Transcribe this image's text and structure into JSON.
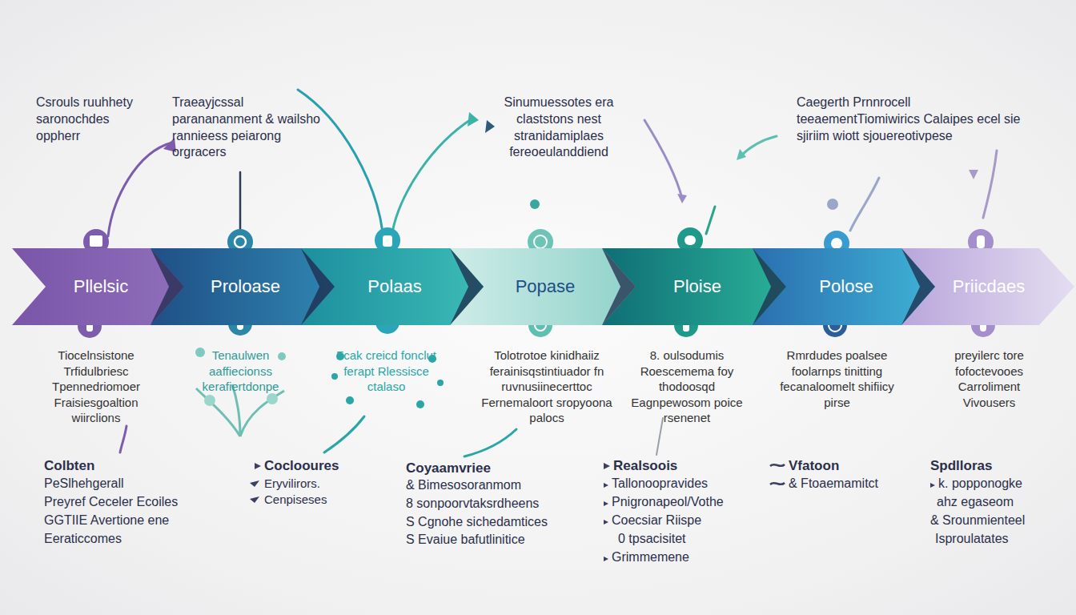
{
  "diagram": {
    "nodes": [
      {
        "text": [
          "Pllelsic"
        ]
      },
      {
        "text": [
          "Proloase"
        ]
      },
      {
        "text": [
          "Polaas"
        ]
      },
      {
        "text": [
          "Popase"
        ]
      },
      {
        "text": [
          "Ploise"
        ]
      },
      {
        "text": [
          "Polose"
        ]
      },
      {
        "text": [
          "Priicdaes"
        ]
      }
    ],
    "labels": [
      "Csrouls ruuhhety saronochdes oppherr",
      "Traeayjcssal paranananment & wailsho rannieess peiarong orgracers",
      "Sinumuessotes era claststons nest stranidamiplaes fereoeulanddiend",
      "Caegerth Prnnrocell teeaementTiomiwirics Calaipes ecel sie sjiriim wiott sjouereotivpese",
      "Tiocelnsistone Trfidulbriesc Tpennedriomoer Fraisiesgoaltion wiirclions",
      "Tenaulwen aaffiecionss kerafiertdonpe",
      "Fcak creicd fonclut ferapt Rlessisce ctalaso",
      "Tolotrotoe kinidhaiiz ferainisqstintiuador fn ruvnusiinecerttoc Fernemaloort sropyoona palocs",
      "8. oulsodumis Roescemema foy thodoosqd Eagnpewosom poice rsenenet",
      "Rmrdudes poalsee foolarnps tinitting fecanaloomelt shifiicy pirse",
      "preyilerc tore fofoctevooes Carroliment Vivousers",
      "Colbten",
      "PeSlhehgerall",
      "Preyref Ceceler Ecoiles",
      "GGTIIE Avertione ene",
      "Eeraticcomes",
      "Coclooures",
      "Eryvilirors.",
      "Cenpiseses",
      "Coyaamvriee",
      "& Bimesosoranmom",
      "8 sonpoorvtaksrdheens",
      "S Cgnohe sichedamtices",
      "S Evaiue bafutlinitice",
      "Realsoois",
      "Tallonoopravides",
      "Pnigronapeol/Vothe",
      "Coecsiar Riispe",
      "0 tpsacisitet",
      "Grimmemene",
      "Vfatoon",
      "& Ftoaemamitct",
      "Spdlloras",
      "k. popponogke",
      "ahz egaseom",
      "& Srounmienteel",
      "Isproulatates"
    ]
  }
}
